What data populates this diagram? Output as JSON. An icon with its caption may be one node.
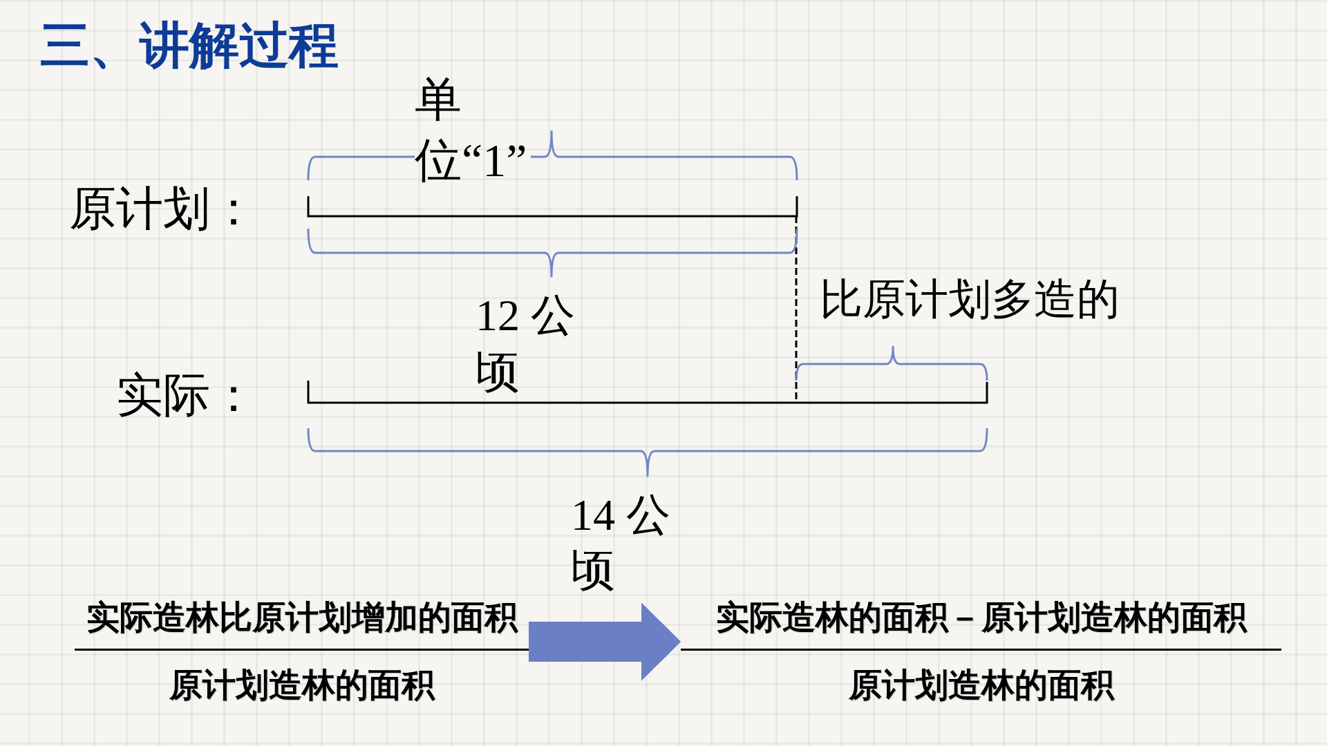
{
  "diagram": {
    "title": "三、讲解过程",
    "nodes": [
      {
        "text": [
          "实际造林比原计划增加的面积",
          "原计划造林的面积"
        ]
      },
      {
        "text": [
          "实际造林的面积－原计划造林的面积",
          "原计划造林的面积"
        ]
      }
    ],
    "edges": [
      {
        "from": 0,
        "to": 1,
        "arrow": "to"
      }
    ],
    "labels": [
      "单位“1”",
      "原计划：",
      "12 公顷",
      "比原计划多造的",
      "实际：",
      "14 公顷"
    ]
  }
}
